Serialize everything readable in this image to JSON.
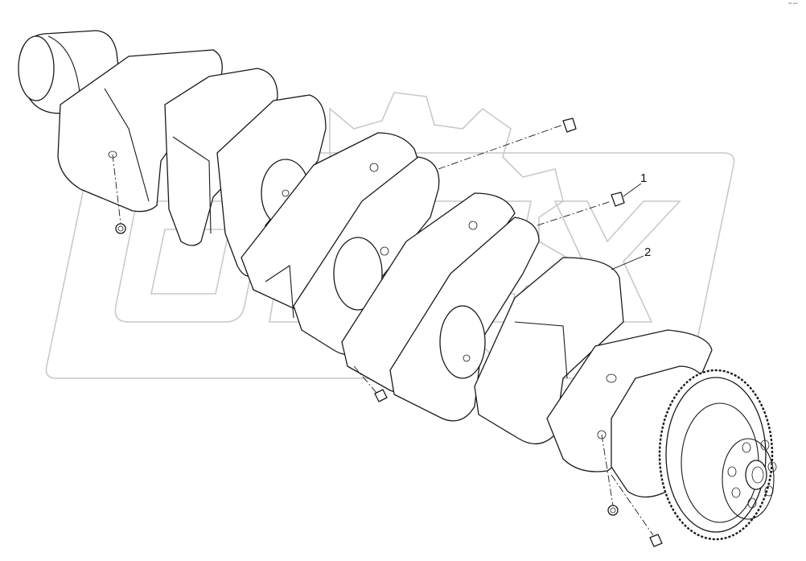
{
  "diagram": {
    "callouts": [
      {
        "label": "1"
      },
      {
        "label": "2"
      }
    ],
    "corner_note": "ᵃᴮ ᵃᵇᵇ"
  },
  "colors": {
    "line": "#1a1a1a",
    "watermark": "#c9c9c9",
    "background": "#ffffff"
  },
  "icons": {
    "watermark": "gear-logo-icon",
    "plug": "plug-icon",
    "nut": "nut-icon"
  }
}
